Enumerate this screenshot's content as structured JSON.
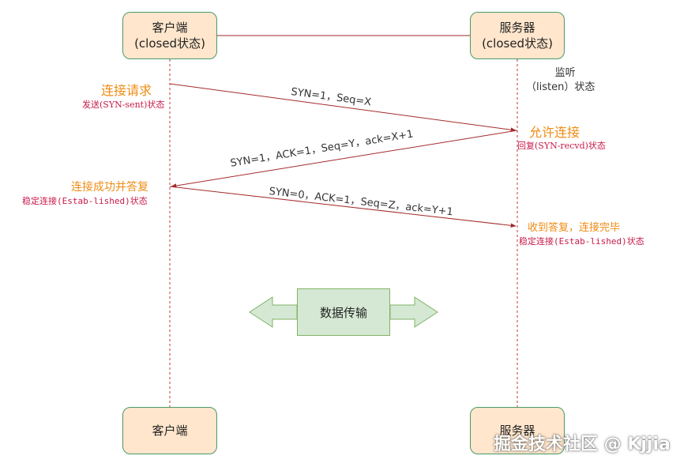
{
  "client": {
    "line1": "客户端",
    "line2": "(closed状态)",
    "bottom": "客户端"
  },
  "server": {
    "line1": "服务器",
    "line2": "(closed状态)",
    "bottom": "服务器"
  },
  "server_listen": {
    "line1": "监听",
    "line2": "（listen）状态"
  },
  "step1": {
    "title": "连接请求",
    "state": "发送(SYN-sent)状态",
    "packet": "SYN=1，Seq=X"
  },
  "step2": {
    "title": "允许连接",
    "state": "回复(SYN-recvd)状态",
    "packet": "SYN=1，ACK=1，Seq=Y，ack=X+1"
  },
  "step3": {
    "title": "连接成功并答复",
    "state": "稳定连接(Estab-lished)状态",
    "packet": "SYN=0，ACK=1，Seq=Z，ack=Y+1"
  },
  "step4": {
    "title": "收到答复，连接完毕",
    "state": "稳定连接(Estab-lished)状态"
  },
  "data_transfer": "数据传输",
  "watermark": "掘金技术社区 @ Kjjia",
  "colors": {
    "box_fill": "#ffe6cc",
    "box_border": "#4a9a6a",
    "lifeline": "#c0392b",
    "arrow": "#a52a2a",
    "orange_text": "#ef8c14",
    "crimson_text": "#c8194a",
    "green_fill": "#d5e8d4",
    "green_border": "#82b366"
  }
}
